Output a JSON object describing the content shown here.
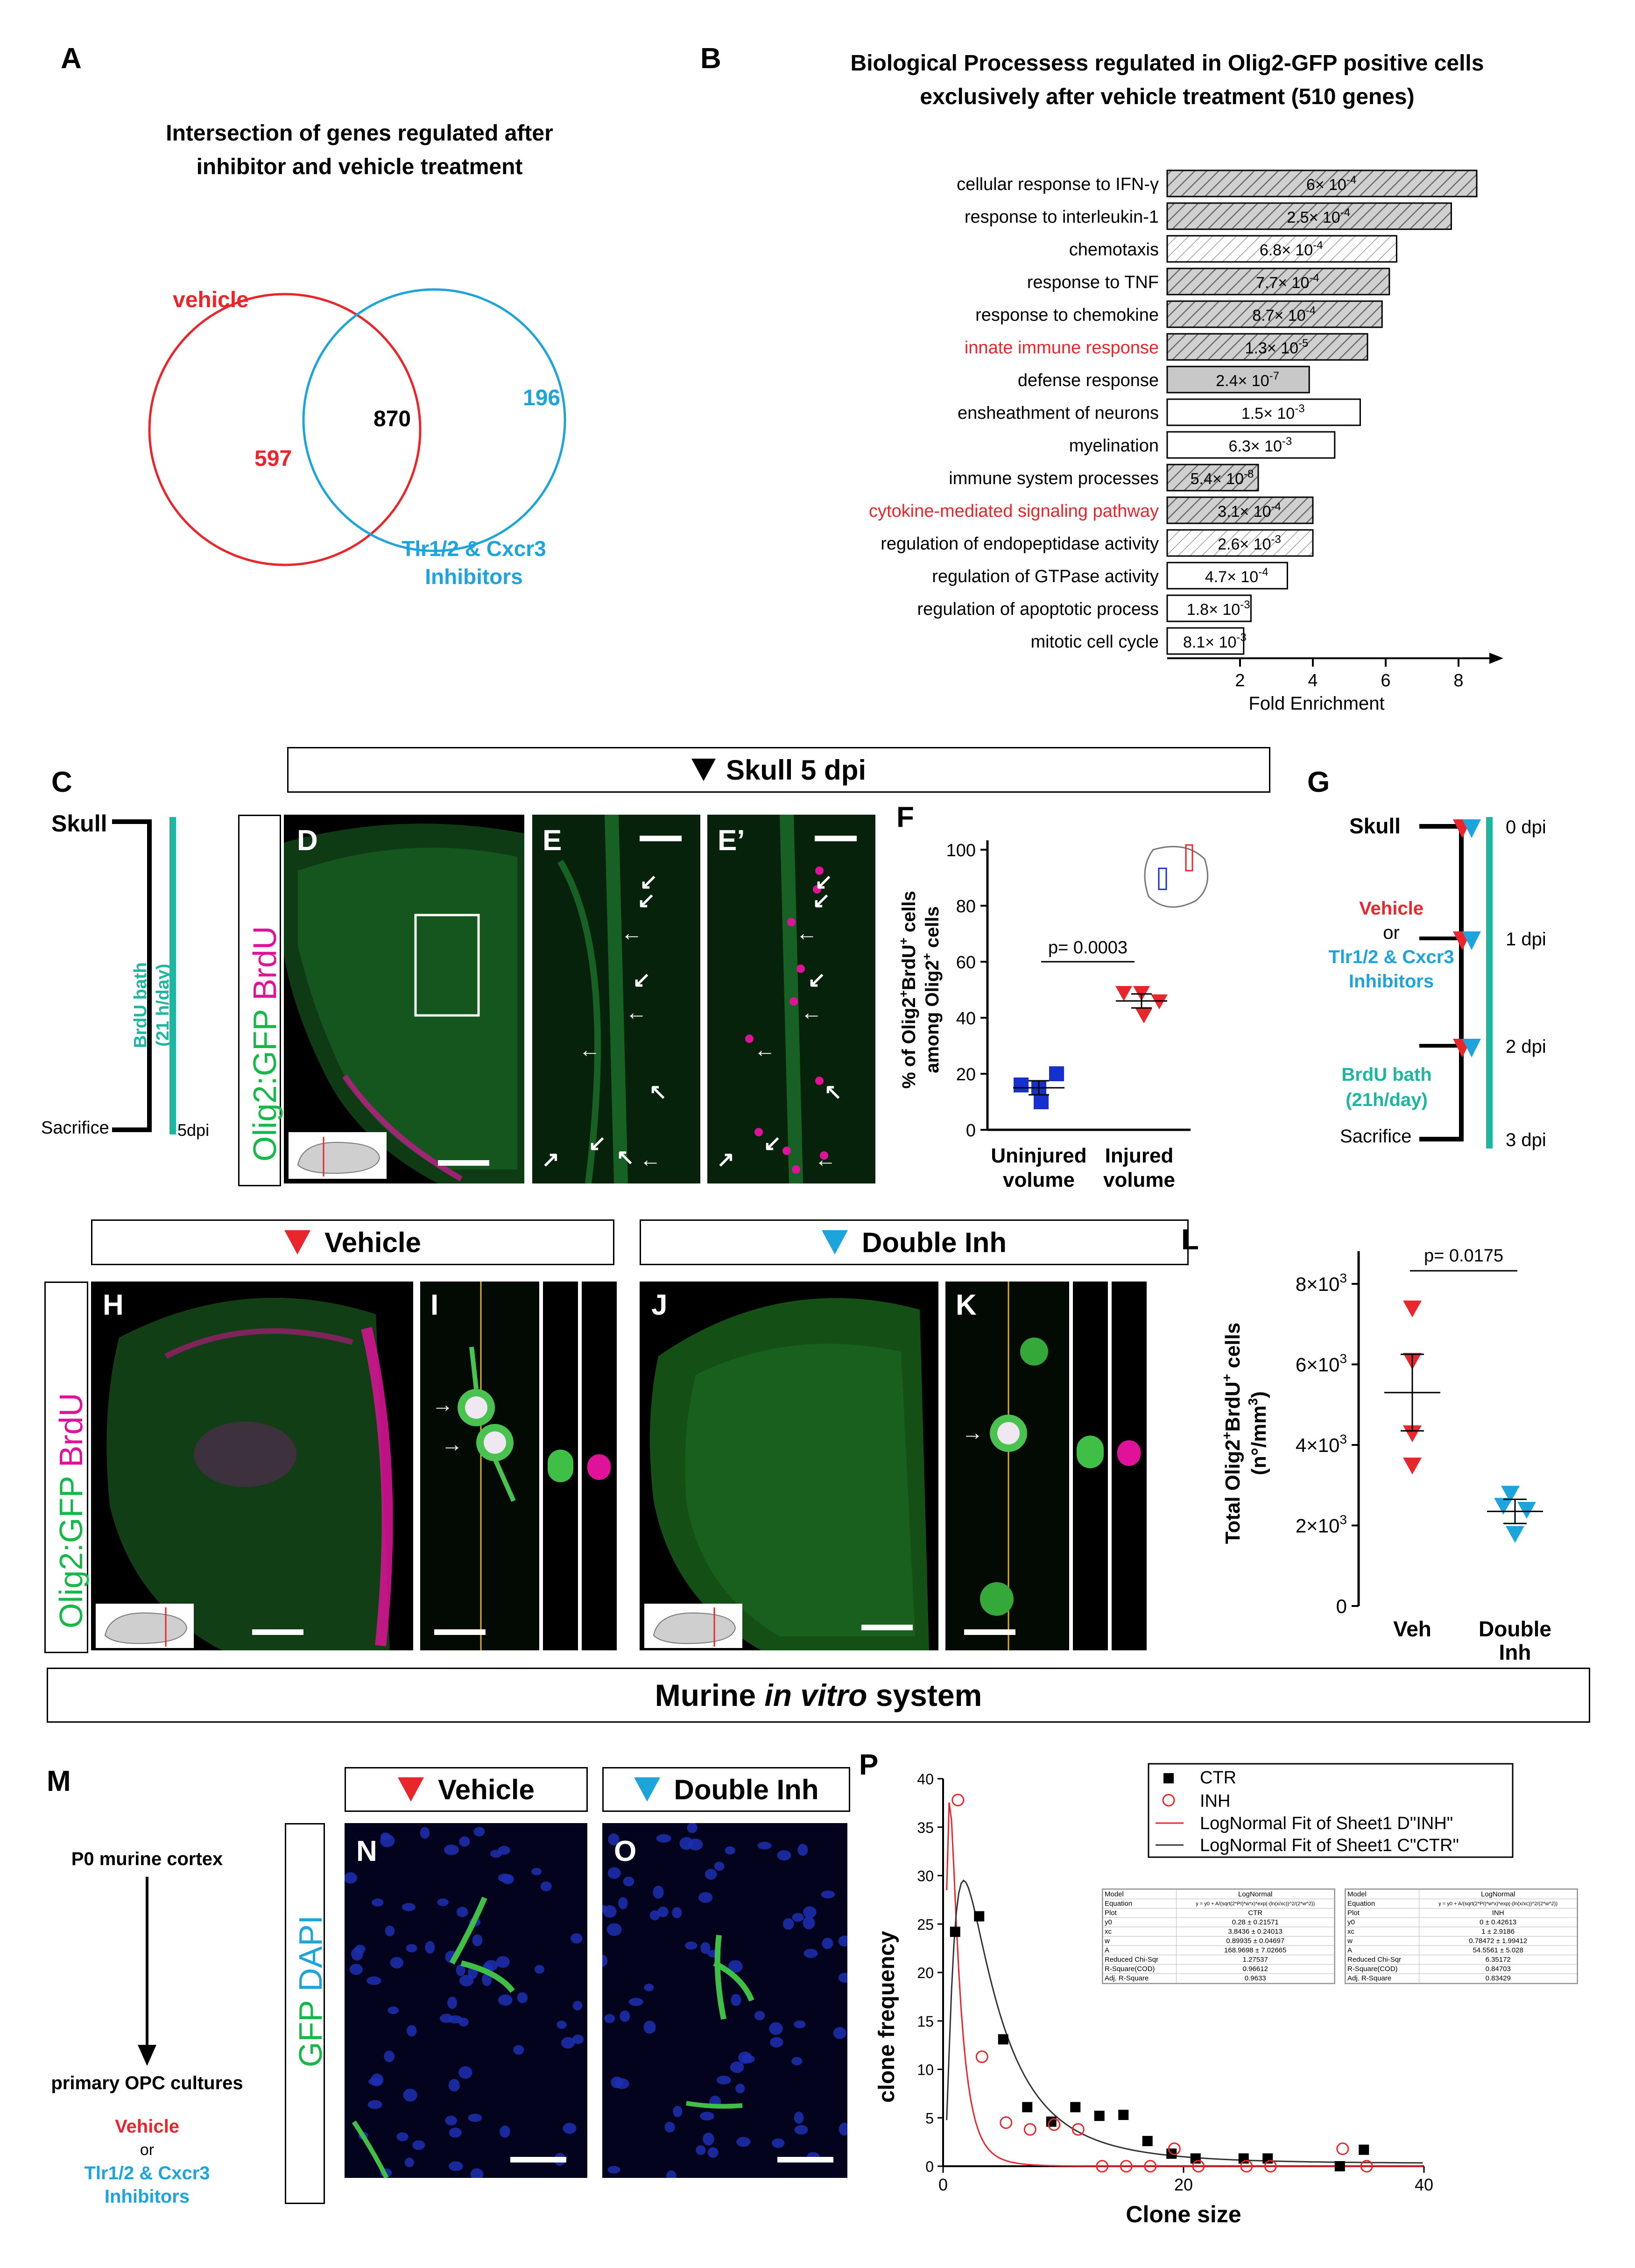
{
  "panelA": {
    "label": "A",
    "title_line1": "Intersection of genes regulated after",
    "title_line2": "inhibitor and vehicle treatment",
    "vehicle_label": "vehicle",
    "vehicle_only": "597",
    "intersection": "870",
    "inhibitor_only": "196",
    "inhibitor_label_line1": "Tlr1/2 & Cxcr3",
    "inhibitor_label_line2": "Inhibitors",
    "colors": {
      "vehicle": "#e8262c",
      "inhibitor": "#1ea4dc"
    }
  },
  "panelB": {
    "label": "B",
    "title_line1": "Biological Processess regulated in Olig2-GFP positive cells",
    "title_line2": "exclusively  after vehicle treatment (510 genes)",
    "xlabel": "Fold Enrichment"
  },
  "chart_data": [
    {
      "type": "bar",
      "orientation": "horizontal",
      "title": "Biological Processess regulated in Olig2-GFP positive cells exclusively  after vehicle treatment (510 genes)",
      "xlabel": "Fold Enrichment",
      "xlim": [
        0,
        9
      ],
      "xticks": [
        2,
        4,
        6,
        8
      ],
      "categories": [
        "cellular response to IFN-γ",
        "response to interleukin-1",
        "chemotaxis",
        "response to TNF",
        "response to chemokine",
        "innate immune response",
        "defense response",
        "ensheathment of neurons",
        "myelination",
        "immune system  processes",
        "cytokine-mediated signaling pathway",
        "regulation of endopeptidase activity",
        "regulation of GTPase activity",
        "regulation of apoptotic process",
        "mitotic cell cycle"
      ],
      "values": [
        8.5,
        7.8,
        6.3,
        6.1,
        5.9,
        5.5,
        3.9,
        5.3,
        4.6,
        2.5,
        4.0,
        4.0,
        3.3,
        2.3,
        2.1
      ],
      "pvalue_mantissa": [
        "6",
        "2.5",
        "6.8",
        "7.7",
        "8.7",
        "1.3",
        "2.4",
        "1.5",
        "6.3",
        "5.4",
        "3.1",
        "2.6",
        "4.7",
        "1.8",
        "8.1"
      ],
      "pvalue_exponent": [
        "-4",
        "-4",
        "-4",
        "-4",
        "-4",
        "-5",
        "-7",
        "-3",
        "-3",
        "-8",
        "-4",
        "-3",
        "-4",
        "-3",
        "-3"
      ],
      "highlighted": [
        "innate immune response",
        "cytokine-mediated signaling pathway"
      ],
      "fill": [
        "hatch-dark",
        "hatch-dark",
        "hatch-light",
        "hatch-dark",
        "hatch-dark",
        "hatch-dark",
        "solid-gray",
        "white",
        "white",
        "hatch-dark",
        "hatch-dark",
        "hatch-light",
        "white",
        "white",
        "white"
      ]
    },
    {
      "type": "scatter",
      "ylabel": "% of Olig2+BrdU+ cells among Olig2+ cells",
      "categories": [
        "Uninjured volume",
        "Injured volume"
      ],
      "ylim": [
        0,
        100
      ],
      "yticks": [
        0,
        20,
        40,
        60,
        80,
        100
      ],
      "series": [
        {
          "name": "Uninjured volume",
          "values": [
            16,
            15,
            20,
            10
          ],
          "mean": 15,
          "sem": 2.5,
          "color": "#1530cc"
        },
        {
          "name": "Injured volume",
          "values": [
            49,
            49,
            46,
            41
          ],
          "mean": 46,
          "sem": 2.5,
          "color": "#e8262c"
        }
      ],
      "annotation": "p= 0.0003"
    },
    {
      "type": "scatter",
      "ylabel": "Total Olig2+BrdU+ cells (n°/mm³)",
      "categories": [
        "Veh",
        "Double Inh"
      ],
      "ylim": [
        0,
        8000
      ],
      "ytick_values": [
        0,
        2000,
        4000,
        6000,
        8000
      ],
      "series": [
        {
          "name": "Veh",
          "values": [
            7400,
            6100,
            4300,
            3500
          ],
          "mean": 5300,
          "sem": 950,
          "color": "#e8262c"
        },
        {
          "name": "Double Inh",
          "values": [
            2800,
            2500,
            2400,
            1800
          ],
          "mean": 2350,
          "sem": 300,
          "color": "#1ea4dc"
        }
      ],
      "annotation": "p= 0.0175"
    },
    {
      "type": "scatter",
      "xlabel": "Clone size",
      "ylabel": "clone frequency",
      "xlim": [
        0,
        40
      ],
      "ylim": [
        0,
        40
      ],
      "xticks": [
        0,
        20,
        40
      ],
      "yticks": [
        0,
        5,
        10,
        15,
        20,
        25,
        30,
        35,
        40
      ],
      "series": [
        {
          "name": "CTR",
          "marker": "filled-square",
          "x": [
            1,
            3,
            5,
            7,
            9,
            11,
            13,
            15,
            17,
            19,
            21,
            25,
            27,
            33,
            35
          ],
          "y": [
            24.2,
            25.8,
            13.1,
            6.1,
            4.6,
            6.1,
            5.2,
            5.3,
            2.6,
            1.3,
            0.8,
            0.8,
            0.8,
            0,
            1.7
          ]
        },
        {
          "name": "INH",
          "marker": "open-circle",
          "x": [
            1,
            3,
            5,
            7,
            9,
            11,
            13,
            15,
            17,
            19,
            21,
            25,
            27,
            33,
            35
          ],
          "y": [
            37.8,
            11.3,
            4.5,
            3.8,
            4.3,
            3.8,
            0,
            0,
            0,
            1.8,
            0,
            0,
            0,
            1.8,
            0
          ]
        },
        {
          "name": "LogNormal Fit of Sheet1 D\"INH\"",
          "type": "line",
          "color": "#e8262c",
          "y0": 0,
          "xc": 1,
          "w": 0.78472,
          "A": 54.5561
        },
        {
          "name": "LogNormal Fit of Sheet1 C\"CTR\"",
          "type": "line",
          "color": "#333333",
          "y0": 0.28,
          "xc": 3.8436,
          "w": 0.89935,
          "A": 168.9698
        }
      ]
    }
  ],
  "fitTables": {
    "ctr": {
      "rows": [
        [
          "Model",
          "LogNormal"
        ],
        [
          "Equation",
          "y = y0 + A/(sqrt(2*PI)*w*x)*exp(-(ln(x/xc))^2/(2*w^2))"
        ],
        [
          "Plot",
          "CTR"
        ],
        [
          "y0",
          "0.28 ± 0.21571"
        ],
        [
          "xc",
          "3.8436 ± 0.24013"
        ],
        [
          "w",
          "0.89935 ± 0.04697"
        ],
        [
          "A",
          "168.9698 ± 7.02665"
        ],
        [
          "Reduced Chi-Sqr",
          "1.27537"
        ],
        [
          "R-Square(COD)",
          "0.96612"
        ],
        [
          "Adj. R-Square",
          "0.9633"
        ]
      ]
    },
    "inh": {
      "rows": [
        [
          "Model",
          "LogNormal"
        ],
        [
          "Equation",
          "y = y0 + A/(sqrt(2*PI)*w*x)*exp(-(ln(x/xc))^2/(2*w^2))"
        ],
        [
          "Plot",
          "INH"
        ],
        [
          "y0",
          "0 ± 0.42613"
        ],
        [
          "xc",
          "1 ± 2.9186"
        ],
        [
          "w",
          "0.78472 ± 1.99412"
        ],
        [
          "A",
          "54.5561 ± 5.028"
        ],
        [
          "Reduced Chi-Sqr",
          "6.35172"
        ],
        [
          "R-Square(COD)",
          "0.84703"
        ],
        [
          "Adj. R-Square",
          "0.83429"
        ]
      ]
    }
  },
  "panelC": {
    "label": "C",
    "skull": "Skull",
    "brdu_line1": "BrdU bath",
    "brdu_line2": "(21 h/day)",
    "sacrifice": "Sacrifice",
    "dpi": "5dpi"
  },
  "skullHeader": "Skull 5 dpi",
  "stain1": {
    "green": "Olig2:GFP",
    "magenta": "BrdU"
  },
  "panelD": "D",
  "panelE": "E",
  "panelE2": "E’",
  "panelF": {
    "label": "F",
    "pvalue": "p= 0.0003",
    "ylab1": "% of Olig2",
    "ylab_sup1": "+",
    "ylab2": "BrdU",
    "ylab_sup2": "+",
    "ylab3": " cells",
    "ylab4": "among Olig2",
    "ylab_sup3": "+",
    "ylab5": " cells",
    "cat1_line1": "Uninjured",
    "cat1_line2": "volume",
    "cat2_line1": "Injured",
    "cat2_line2": "volume",
    "ticks": [
      "0",
      "20",
      "40",
      "60",
      "80",
      "100"
    ]
  },
  "panelG": {
    "label": "G",
    "skull": "Skull",
    "vehicle": "Vehicle",
    "or": "or",
    "inh_line1": "Tlr1/2 & Cxcr3",
    "inh_line2": "Inhibitors",
    "brdu_line1": "BrdU bath",
    "brdu_line2": "(21h/day)",
    "sacrifice": "Sacrifice",
    "d0": "0 dpi",
    "d1": "1 dpi",
    "d2": "2 dpi",
    "d3": "3 dpi"
  },
  "vehicleHeader": "Vehicle",
  "doubleInhHeader": "Double Inh",
  "panelH": "H",
  "panelI": "I",
  "panelJ": "J",
  "panelK": "K",
  "panelL": {
    "label": "L",
    "pvalue": "p= 0.0175",
    "ylab1": "Total Olig2",
    "ylab_sup1": "+",
    "ylab2": "BrdU",
    "ylab_sup2": "+",
    "ylab3": " cells",
    "ylab4": "(n°/mm",
    "ylab_sup3": "3",
    "ylab5": ")",
    "cat1": "Veh",
    "cat2_line1": "Double",
    "cat2_line2": "Inh",
    "tick_base": "×10",
    "tick_exp": "3",
    "tick_mult": [
      "8",
      "6",
      "4",
      "2"
    ],
    "tick_zero": "0"
  },
  "murineHeader": {
    "pre": "Murine ",
    "italic": "in vitro",
    "post": " system"
  },
  "panelM": {
    "label": "M",
    "source": "P0 murine cortex",
    "cultures": "primary OPC cultures",
    "vehicle": "Vehicle",
    "or": "or",
    "inh_line1": "Tlr1/2 & Cxcr3",
    "inh_line2": "Inhibitors"
  },
  "stain2": {
    "green": "GFP",
    "blue": "DAPI"
  },
  "panelN": "N",
  "panelO": "O",
  "panelP": {
    "label": "P",
    "xlabel": "Clone size",
    "ylabel": "clone frequency",
    "legend": [
      "CTR",
      "INH",
      "LogNormal Fit of Sheet1 D\"INH\"",
      "LogNormal Fit of Sheet1 C\"CTR\""
    ]
  }
}
